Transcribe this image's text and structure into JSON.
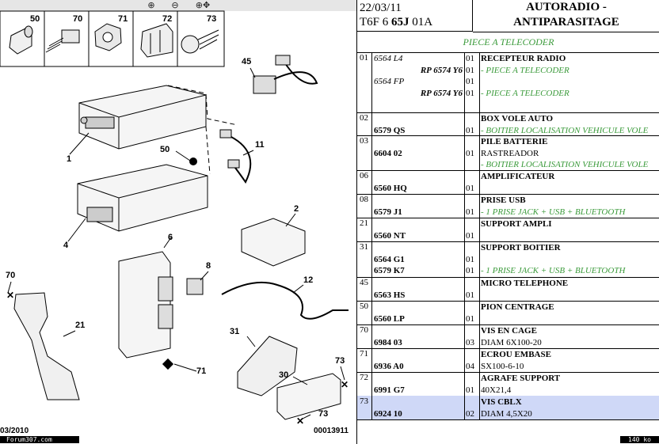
{
  "toolbar": {
    "icons": [
      "zoom-in-icon",
      "zoom-out-icon",
      "pan-icon"
    ]
  },
  "diagram": {
    "top_parts": [
      "50",
      "70",
      "71",
      "72",
      "73"
    ],
    "callouts": [
      "45",
      "11",
      "1",
      "50",
      "2",
      "4",
      "6",
      "8",
      "12",
      "70",
      "21",
      "31",
      "73",
      "30",
      "71",
      "73"
    ],
    "date_footer": "03/2010",
    "ref_footer": "00013911",
    "forum": "Forum307.com"
  },
  "header": {
    "date": "22/03/11",
    "code_prefix": "T6F 6 ",
    "code_bold": "65J",
    "code_suffix": " 01A",
    "title1": "AUTORADIO -",
    "title2": "ANTIPARASITAGE"
  },
  "piece_telecoder": "PIECE A TELECODER",
  "rows": [
    {
      "num": "01",
      "lines": [
        {
          "ref": "6564 L4",
          "italic": true,
          "qty": "01",
          "desc": "RECEPTEUR RADIO",
          "desc_bold": true
        },
        {
          "rp": "RP 6574 Y6",
          "qty": "01",
          "desc": "- PIECE A TELECODER",
          "green": true
        },
        {
          "ref": "6564 FP",
          "italic": true,
          "qty": "01",
          "desc": "",
          "green": false
        },
        {
          "rp": "RP 6574 Y6",
          "qty": "01",
          "desc": "- PIECE A TELECODER",
          "green": true
        }
      ]
    },
    {
      "num": "02",
      "lines": [
        {
          "ref": "",
          "qty": "",
          "desc": "BOX VOLE AUTO",
          "desc_bold": true
        },
        {
          "ref": "6579 QS",
          "qty": "01",
          "desc": "- BOITIER LOCALISATION VEHICULE VOLE",
          "green": true
        }
      ]
    },
    {
      "num": "03",
      "lines": [
        {
          "ref": "",
          "qty": "",
          "desc": "PILE BATTERIE",
          "desc_bold": true
        },
        {
          "ref": "6604 02",
          "qty": "01",
          "desc": "RASTREADOR"
        },
        {
          "ref": "",
          "qty": "",
          "desc": "- BOITIER LOCALISATION VEHICULE VOLE",
          "green": true
        }
      ]
    },
    {
      "num": "06",
      "lines": [
        {
          "ref": "",
          "qty": "",
          "desc": "AMPLIFICATEUR",
          "desc_bold": true
        },
        {
          "ref": "6560 HQ",
          "qty": "01",
          "desc": ""
        }
      ]
    },
    {
      "num": "08",
      "lines": [
        {
          "ref": "",
          "qty": "",
          "desc": "PRISE USB",
          "desc_bold": true
        },
        {
          "ref": "6579 J1",
          "qty": "01",
          "desc": "- 1 PRISE JACK + USB + BLUETOOTH",
          "green": true
        }
      ]
    },
    {
      "num": "21",
      "lines": [
        {
          "ref": "",
          "qty": "",
          "desc": "SUPPORT AMPLI",
          "desc_bold": true
        },
        {
          "ref": "6560 NT",
          "qty": "01",
          "desc": ""
        }
      ]
    },
    {
      "num": "31",
      "lines": [
        {
          "ref": "",
          "qty": "",
          "desc": "SUPPORT BOITIER",
          "desc_bold": true
        },
        {
          "ref": "6564 G1",
          "qty": "01",
          "desc": ""
        },
        {
          "ref": "6579 K7",
          "qty": "01",
          "desc": "- 1 PRISE JACK + USB + BLUETOOTH",
          "green": true
        }
      ]
    },
    {
      "num": "45",
      "lines": [
        {
          "ref": "",
          "qty": "",
          "desc": "MICRO TELEPHONE",
          "desc_bold": true
        },
        {
          "ref": "6563 HS",
          "qty": "01",
          "desc": ""
        }
      ]
    },
    {
      "num": "50",
      "lines": [
        {
          "ref": "",
          "qty": "",
          "desc": "PION CENTRAGE",
          "desc_bold": true
        },
        {
          "ref": "6560 LP",
          "qty": "01",
          "desc": ""
        }
      ]
    },
    {
      "num": "70",
      "lines": [
        {
          "ref": "",
          "qty": "",
          "desc": "VIS EN CAGE",
          "desc_bold": true
        },
        {
          "ref": "6984 03",
          "qty": "03",
          "desc": "DIAM 6X100-20"
        }
      ]
    },
    {
      "num": "71",
      "lines": [
        {
          "ref": "",
          "qty": "",
          "desc": "ECROU EMBASE",
          "desc_bold": true
        },
        {
          "ref": "6936 A0",
          "qty": "04",
          "desc": "SX100-6-10"
        }
      ]
    },
    {
      "num": "72",
      "lines": [
        {
          "ref": "",
          "qty": "",
          "desc": "AGRAFE SUPPORT",
          "desc_bold": true
        },
        {
          "ref": "6991 G7",
          "qty": "01",
          "desc": "40X21,4"
        }
      ]
    },
    {
      "num": "73",
      "selected": true,
      "lines": [
        {
          "ref": "",
          "qty": "",
          "desc": "VIS CBLX",
          "desc_bold": true
        },
        {
          "ref": "6924 10",
          "qty": "02",
          "desc": "DIAM 4,5X20"
        }
      ]
    }
  ],
  "footer_right": "140 ko"
}
